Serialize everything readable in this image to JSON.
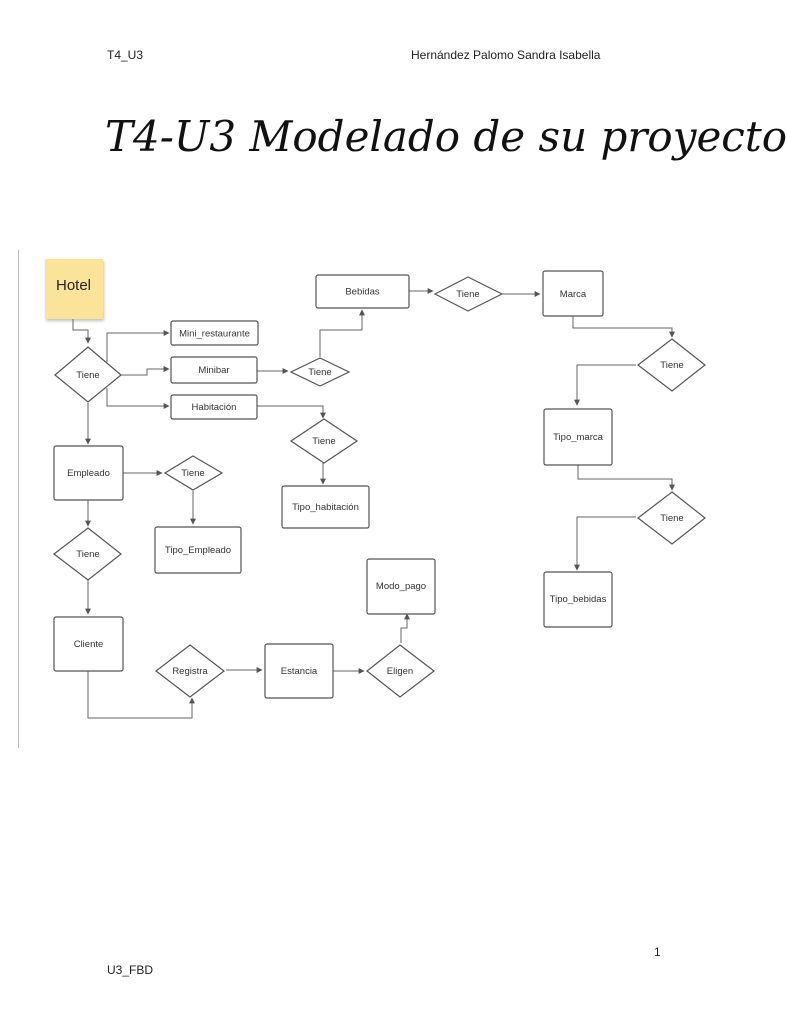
{
  "header": {
    "left": "T4_U3",
    "right": "Hernández Palomo Sandra Isabella"
  },
  "title": "T4-U3 Modelado de su proyecto",
  "footer": {
    "left": "U3_FBD",
    "page": "1"
  },
  "diagram": {
    "sticky": "Hotel",
    "entities": {
      "mini_restaurante": "Mini_restaurante",
      "minibar": "Minibar",
      "habitacion": "Habitación",
      "bebidas": "Bebidas",
      "marca": "Marca",
      "tipo_marca": "Tipo_marca",
      "tipo_bebidas": "Tipo_bebidas",
      "empleado": "Empleado",
      "tipo_empleado": "Tipo_Empleado",
      "tipo_habitacion": "Tipo_habitación",
      "cliente": "Cliente",
      "estancia": "Estancia",
      "modo_pago": "Modo_pago"
    },
    "relationships": {
      "tiene_hotel": "Tiene",
      "tiene_minibar": "Tiene",
      "tiene_bebidas": "Tiene",
      "tiene_marca": "Tiene",
      "tiene_tipo_marca": "Tiene",
      "tiene_habitacion": "Tiene",
      "tiene_empleado": "Tiene",
      "tiene_cliente": "Tiene",
      "registra": "Registra",
      "eligen": "Eligen"
    }
  }
}
